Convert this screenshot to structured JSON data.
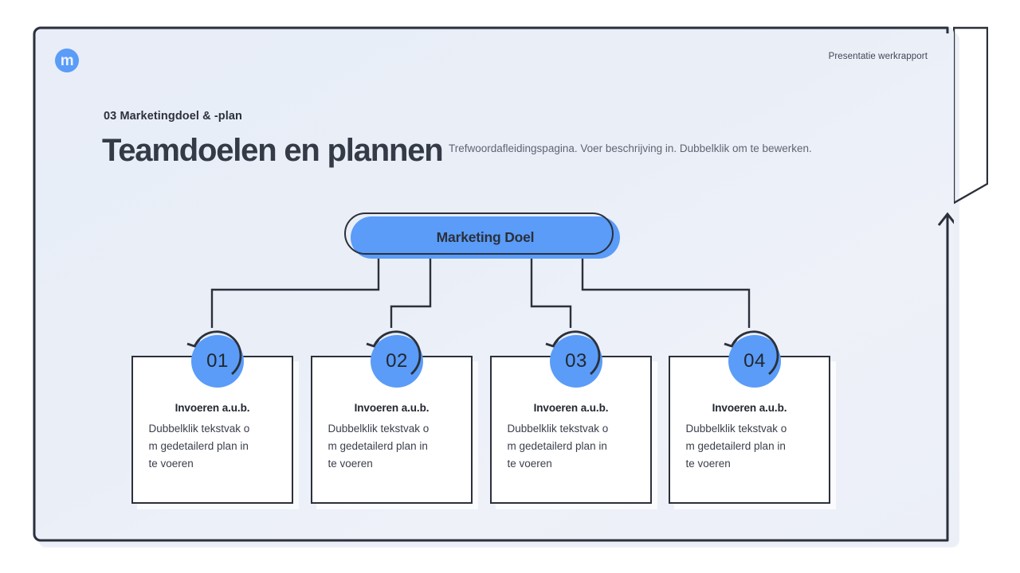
{
  "slide": {
    "logo_letter": "m",
    "corner_note": "Presentatie werkrapport",
    "eyebrow": "03 Marketingdoel & -plan",
    "headline": "Teamdoelen en plannen",
    "subline": "Trefwoordafleidingspagina. Voer beschrijving in. Dubbelklik om te bewerken."
  },
  "colors": {
    "accent_blue": "#5a9cf8",
    "ink": "#2b303b",
    "page_bg": "#e9eef7",
    "card_bg": "#ffffff"
  },
  "diagram": {
    "type": "tree",
    "root": {
      "label": "Marketing Doel"
    },
    "nodes": [
      {
        "number": "01",
        "title": "Invoeren a.u.b.",
        "body": "Dubbelklik tekstvak om gedetailerd plan in te voeren",
        "body_lines": [
          "Dubbelklik tekstvak o",
          "m gedetailerd plan in",
          "te voeren"
        ]
      },
      {
        "number": "02",
        "title": "Invoeren a.u.b.",
        "body": "Dubbelklik tekstvak om gedetailerd plan in te voeren",
        "body_lines": [
          "Dubbelklik tekstvak o",
          "m gedetailerd plan in",
          "te voeren"
        ]
      },
      {
        "number": "03",
        "title": "Invoeren a.u.b.",
        "body": "Dubbelklik tekstvak om gedetailerd plan in te voeren",
        "body_lines": [
          "Dubbelklik tekstvak o",
          "m gedetailerd plan in",
          "te voeren"
        ]
      },
      {
        "number": "04",
        "title": "Invoeren a.u.b.",
        "body": "Dubbelklik tekstvak om gedetailerd plan in te voeren",
        "body_lines": [
          "Dubbelklik tekstvak o",
          "m gedetailerd plan in",
          "te voeren"
        ]
      }
    ]
  }
}
